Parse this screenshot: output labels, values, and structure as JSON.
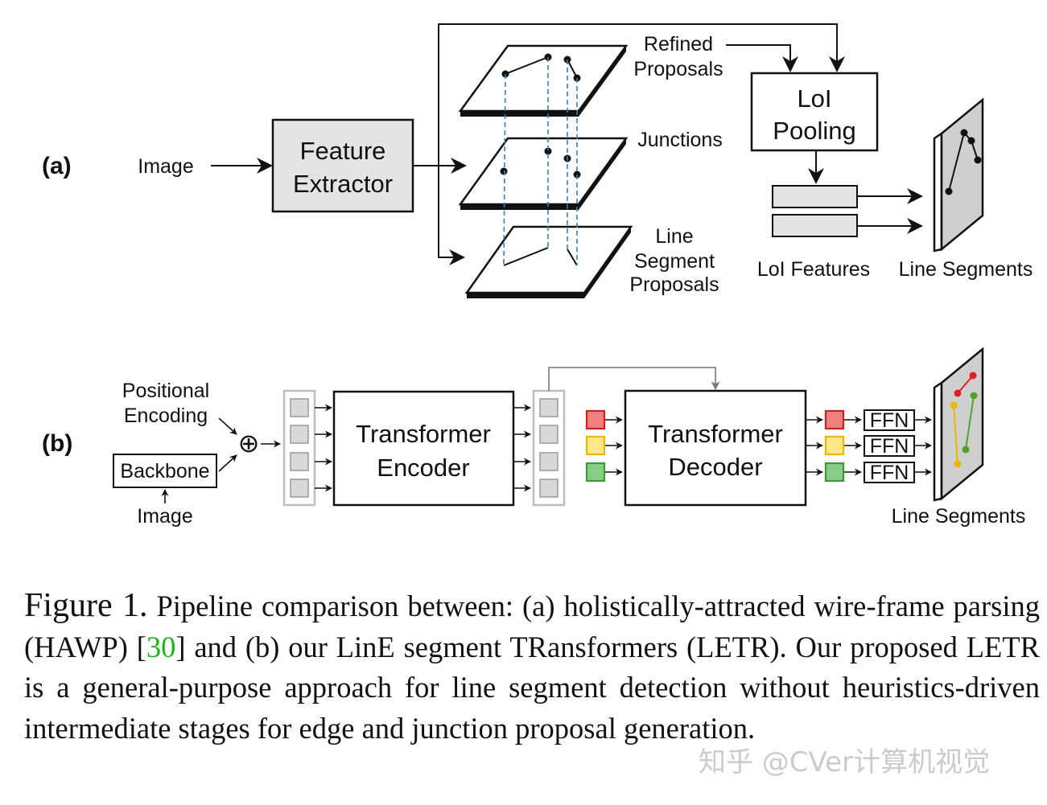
{
  "panel_a": {
    "label": "(a)",
    "image_label": "Image",
    "feature_extractor": [
      "Feature",
      "Extractor"
    ],
    "refined_proposals": [
      "Refined",
      "Proposals"
    ],
    "junctions": "Junctions",
    "line_segment_proposals": [
      "Line",
      "Segment",
      "Proposals"
    ],
    "loi_pooling": [
      "LoI",
      "Pooling"
    ],
    "loi_features": "LoI Features",
    "line_segments": "Line Segments"
  },
  "panel_b": {
    "label": "(b)",
    "positional_encoding": [
      "Positional",
      "Encoding"
    ],
    "backbone": "Backbone",
    "image_label": "Image",
    "plus": "⊕",
    "encoder": [
      "Transformer",
      "Encoder"
    ],
    "decoder": [
      "Transformer",
      "Decoder"
    ],
    "ffn": [
      "FFN",
      "FFN",
      "FFN"
    ],
    "line_segments": "Line Segments"
  },
  "colors": {
    "query_red": "#f08080",
    "query_yellow": "#ffe88a",
    "query_green": "#88cc88",
    "seg_red": "#e02020",
    "seg_yellow": "#e8b800",
    "seg_green": "#55a030",
    "box_gray": "#e4e4e4",
    "citation": "#1db31d"
  },
  "caption": {
    "label": "Figure 1.",
    "text_1": " Pipeline comparison between: (a) holistically-attracted wire-frame parsing (HAWP) [",
    "citation": "30",
    "text_2": "] and (b) our LinE segment TRansformers (LETR). Our proposed LETR is a general-purpose approach for line segment detection without heuristics-driven intermediate stages for edge and junction proposal generation."
  },
  "watermark": "知乎 @CVer计算机视觉"
}
